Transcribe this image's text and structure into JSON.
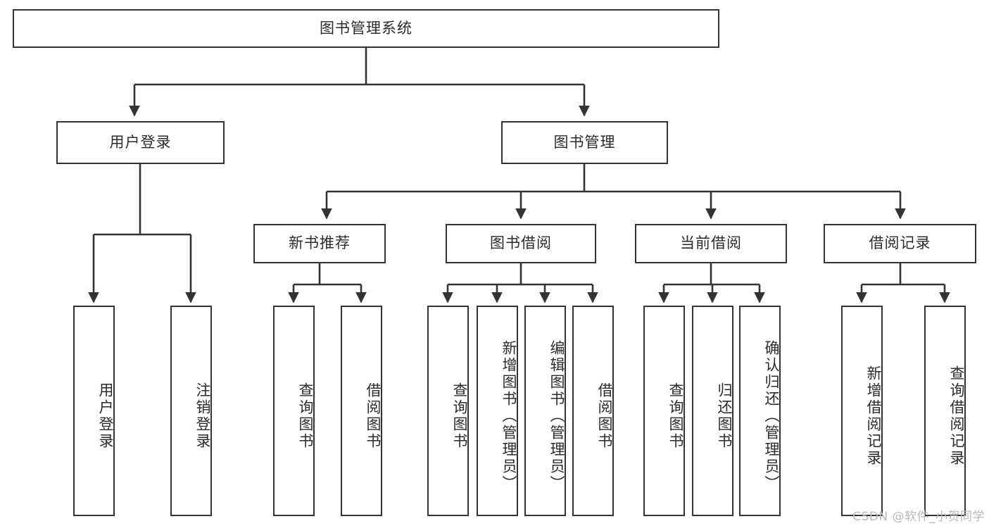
{
  "diagram": {
    "type": "tree",
    "title": "图书管理系统",
    "root": {
      "label": "图书管理系统"
    },
    "level2": [
      {
        "label": "用户登录"
      },
      {
        "label": "图书管理"
      }
    ],
    "level3": [
      {
        "label": "新书推荐"
      },
      {
        "label": "图书借阅"
      },
      {
        "label": "当前借阅"
      },
      {
        "label": "借阅记录"
      }
    ],
    "leaves": {
      "user_login": [
        {
          "label": "用户登录"
        },
        {
          "label": "注销登录"
        }
      ],
      "new_book_recommend": [
        {
          "label": "查询图书"
        },
        {
          "label": "借阅图书"
        }
      ],
      "book_borrow": [
        {
          "label": "查询图书"
        },
        {
          "label": "新增图书（管理员）"
        },
        {
          "label": "编辑图书（管理员）"
        },
        {
          "label": "借阅图书"
        }
      ],
      "current_borrow": [
        {
          "label": "查询图书"
        },
        {
          "label": "归还图书"
        },
        {
          "label": "确认归还（管理员）"
        }
      ],
      "borrow_record": [
        {
          "label": "新增借阅记录"
        },
        {
          "label": "查询借阅记录"
        }
      ]
    }
  },
  "watermark": {
    "text": "CSDN @软件_小贺同学"
  },
  "colors": {
    "stroke": "#333333",
    "fill": "#ffffff",
    "text": "#2b2b2b",
    "watermark": "#b9b9b9"
  }
}
